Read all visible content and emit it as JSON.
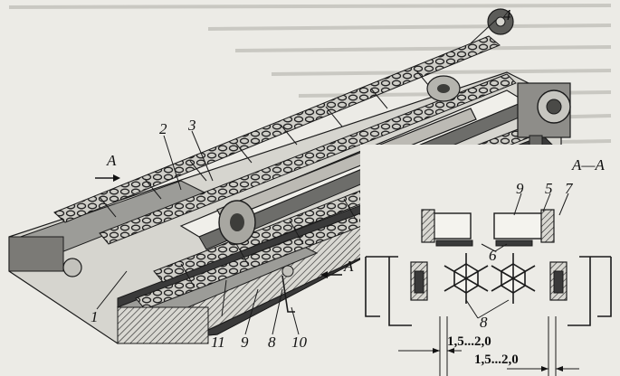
{
  "labels": {
    "n1": "1",
    "n2": "2",
    "n3": "3",
    "n4": "4",
    "n5": "5",
    "n6": "6",
    "n7": "7",
    "n8": "8",
    "n9": "9",
    "n10": "10",
    "n11": "11"
  },
  "section_mark": "A",
  "section_title": "A—A",
  "dimensions": {
    "gap_1": "1,5...2,0",
    "gap_2": "1,5...2,0"
  }
}
